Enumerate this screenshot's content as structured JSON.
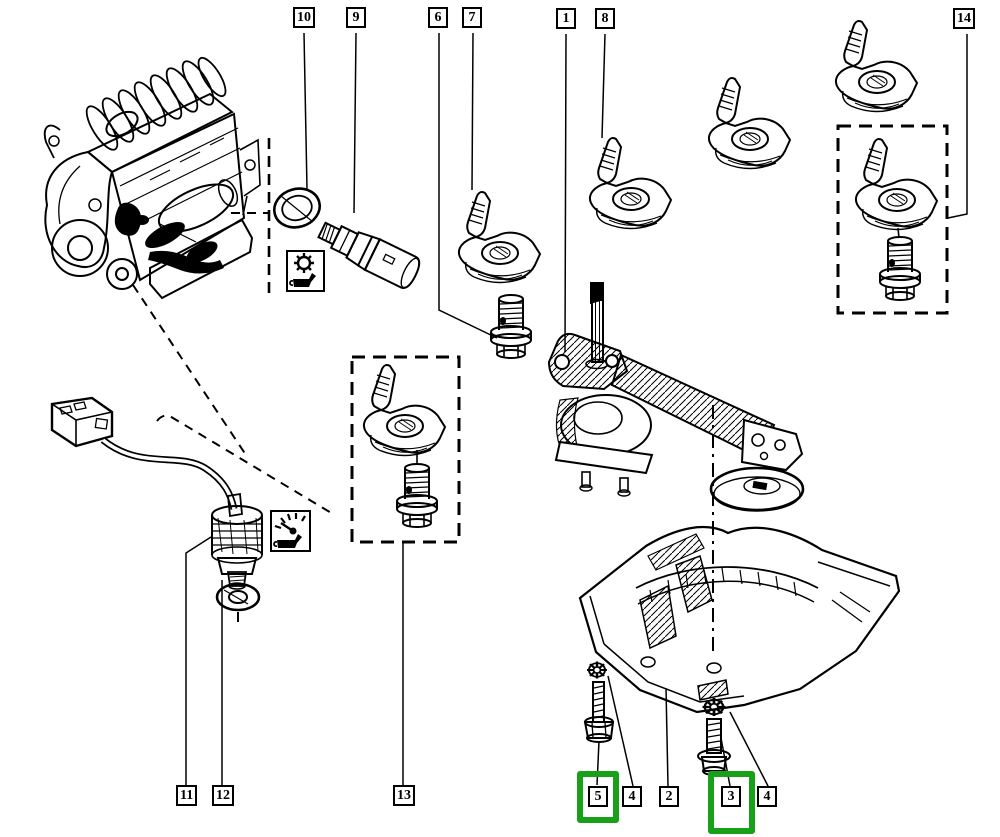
{
  "diagram": {
    "kind": "exploded-parts-diagram",
    "subject": "engine-oil-pump-oil-pressure-switch-and-brackets"
  },
  "colors": {
    "line": "#000000",
    "background": "#ffffff",
    "highlight_green": "#18a018",
    "label_background": "#ffffff"
  },
  "callouts": [
    {
      "id": "10",
      "label": "10",
      "highlighted": false
    },
    {
      "id": "9",
      "label": "9",
      "highlighted": false
    },
    {
      "id": "6",
      "label": "6",
      "highlighted": false
    },
    {
      "id": "7",
      "label": "7",
      "highlighted": false
    },
    {
      "id": "1",
      "label": "1",
      "highlighted": false
    },
    {
      "id": "8",
      "label": "8",
      "highlighted": false
    },
    {
      "id": "14",
      "label": "14",
      "highlighted": false
    },
    {
      "id": "11",
      "label": "11",
      "highlighted": false
    },
    {
      "id": "12",
      "label": "12",
      "highlighted": false
    },
    {
      "id": "13",
      "label": "13",
      "highlighted": false
    },
    {
      "id": "5",
      "label": "5",
      "highlighted": true
    },
    {
      "id": "4-left",
      "label": "4",
      "highlighted": false
    },
    {
      "id": "2",
      "label": "2",
      "highlighted": false
    },
    {
      "id": "3",
      "label": "3",
      "highlighted": true
    },
    {
      "id": "4-right",
      "label": "4",
      "highlighted": false
    }
  ],
  "icons": [
    {
      "name": "oil-pressure-warning-lamp-icon"
    },
    {
      "name": "oil-pressure-gauge-icon"
    }
  ]
}
